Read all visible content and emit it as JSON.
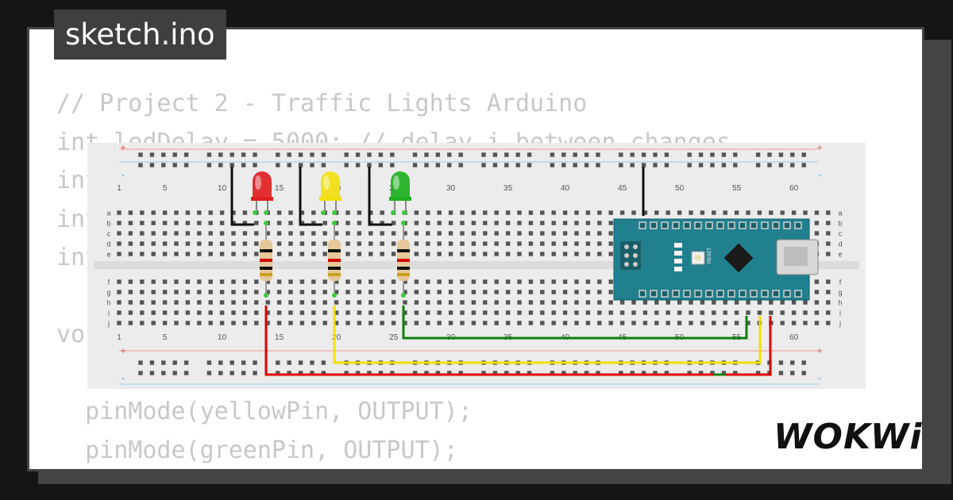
{
  "tab": {
    "filename": "sketch.ino"
  },
  "code_lines": [
    "// Project 2 - Traffic Lights Arduino",
    "int ledDelay = 5000; // delay i between changes",
    "int",
    "int",
    "int",
    "",
    "voi",
    "",
    "  pinMode(yellowPin, OUTPUT);",
    "  pinMode(greenPin, OUTPUT);",
    "}"
  ],
  "breadboard": {
    "rail_plus": "+",
    "rail_minus": "-",
    "column_labels": [
      "1",
      "5",
      "10",
      "15",
      "20",
      "25",
      "30",
      "35",
      "40",
      "45",
      "50",
      "55",
      "60"
    ],
    "top_rows": [
      "a",
      "b",
      "c",
      "d",
      "e"
    ],
    "bottom_rows": [
      "f",
      "g",
      "h",
      "i",
      "j"
    ]
  },
  "arduino": {
    "reset_label": "RESET"
  },
  "leds": [
    {
      "color": "red",
      "hex": "#e02020"
    },
    {
      "color": "yellow",
      "hex": "#f0e010"
    },
    {
      "color": "green",
      "hex": "#20b020"
    }
  ],
  "brand": {
    "logo": "WOKWi"
  },
  "colors": {
    "wire_red": "#e00000",
    "wire_yellow": "#f0e000",
    "wire_green": "#108010",
    "wire_black": "#111111",
    "arduino": "#21808e"
  }
}
